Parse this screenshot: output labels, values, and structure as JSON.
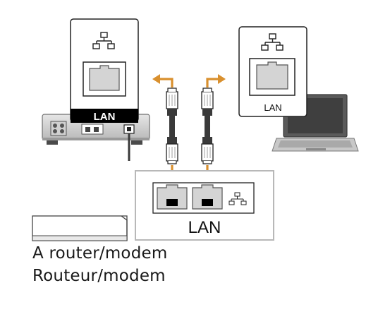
{
  "device_panel": {
    "port_label": "LAN"
  },
  "computer_panel": {
    "port_label": "LAN"
  },
  "router_panel": {
    "port_label": "LAN"
  },
  "router_caption": {
    "line1": "A router/modem",
    "line2": "Routeur/modem"
  },
  "colors": {
    "arrow": "#d9902e",
    "cable": "#3a3a3a",
    "panel_border": "#222222",
    "label_band": "#000000"
  },
  "icons": [
    "network-icon",
    "ethernet-port-icon",
    "rj45-plug-icon",
    "arrow-icon",
    "laptop-icon",
    "router-icon",
    "av-receiver-icon"
  ]
}
